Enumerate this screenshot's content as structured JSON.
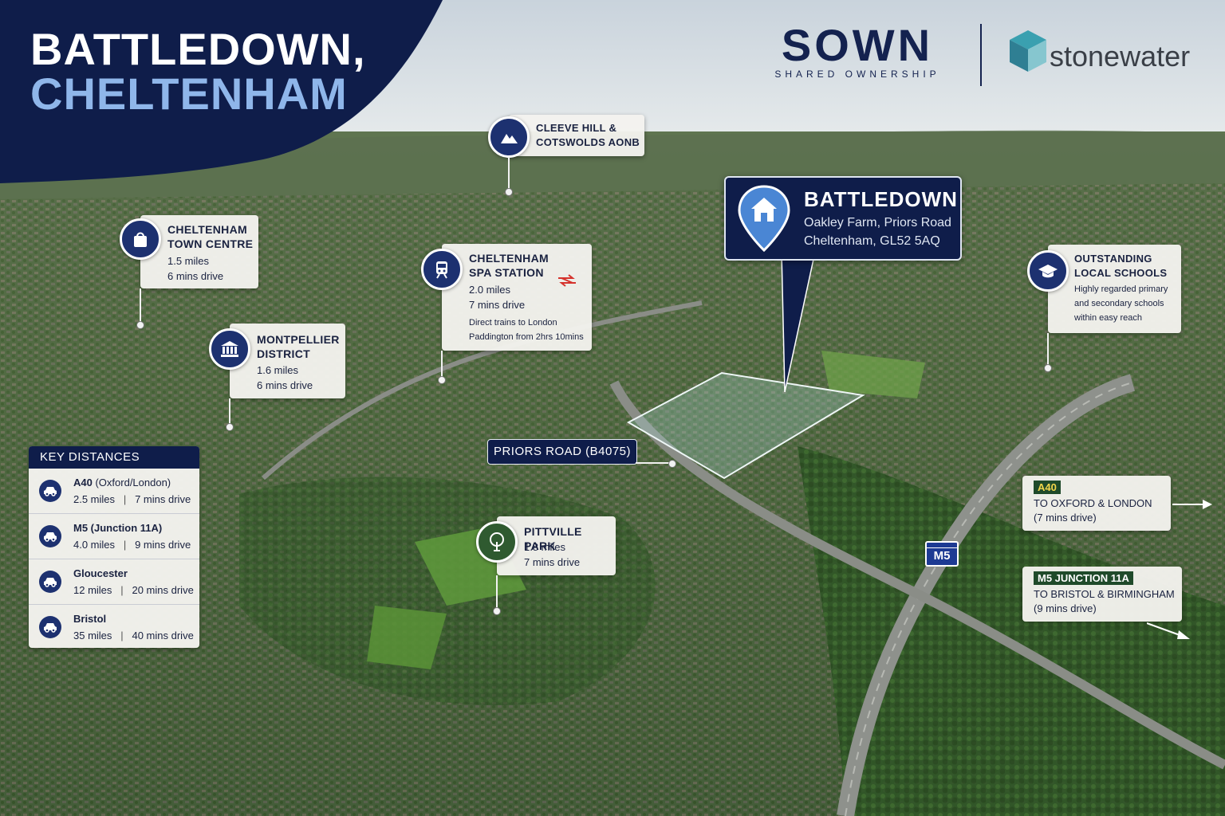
{
  "title": {
    "line1": "BATTLEDOWN,",
    "line2": "CHELTENHAM"
  },
  "logos": {
    "sown": "SOWN",
    "sown_sub": "SHARED OWNERSHIP",
    "stonewater": "stonewater"
  },
  "colors": {
    "navy": "#0f1d4a",
    "accent_blue": "#8fb6ea",
    "road_green": "#1f4a2a",
    "pin_blue": "#4a86d4"
  },
  "development": {
    "name": "BATTLEDOWN",
    "address_line1": "Oakley Farm, Priors Road",
    "address_line2": "Cheltenham, GL52 5AQ",
    "icon": "house-icon"
  },
  "places": {
    "cleeve": {
      "title1": "CLEEVE HILL &",
      "title2": "COTSWOLDS AONB",
      "icon": "mountain-icon"
    },
    "town_centre": {
      "title1": "CHELTENHAM",
      "title2": "TOWN CENTRE",
      "distance": "1.5 miles",
      "time": "6 mins drive",
      "icon": "shopping-bag-icon"
    },
    "station": {
      "title1": "CHELTENHAM",
      "title2": "SPA STATION",
      "distance": "2.0 miles",
      "time": "7 mins drive",
      "note1": "Direct trains to London",
      "note2": "Paddington from 2hrs 10mins",
      "icon": "train-icon"
    },
    "montpellier": {
      "title1": "MONTPELLIER",
      "title2": "DISTRICT",
      "distance": "1.6 miles",
      "time": "6 mins drive",
      "icon": "landmark-icon"
    },
    "schools": {
      "title1": "OUTSTANDING",
      "title2": "LOCAL SCHOOLS",
      "note1": "Highly regarded primary",
      "note2": "and secondary schools",
      "note3": "within easy reach",
      "icon": "graduation-cap-icon"
    },
    "pittville": {
      "title": "PITTVILLE PARK",
      "distance": "1.8 miles",
      "time": "7 mins drive",
      "icon": "tree-icon"
    }
  },
  "road_label": "PRIORS ROAD (B4075)",
  "m5_shield": "M5",
  "key_distances": {
    "heading": "KEY DISTANCES",
    "items": [
      {
        "name": "A40",
        "name_detail": " (Oxford/London)",
        "miles": "2.5 miles",
        "time": "7 mins drive",
        "icon": "car-icon"
      },
      {
        "name": "M5 (Junction 11A)",
        "name_detail": "",
        "miles": "4.0 miles",
        "time": "9 mins drive",
        "icon": "car-icon"
      },
      {
        "name": "Gloucester",
        "name_detail": "",
        "miles": "12 miles",
        "time": "20 mins drive",
        "icon": "car-icon"
      },
      {
        "name": "Bristol",
        "name_detail": "",
        "miles": "35 miles",
        "time": "40 mins drive",
        "icon": "car-icon"
      }
    ]
  },
  "directions": {
    "a40": {
      "badge": "A40",
      "line1": "TO OXFORD & LONDON",
      "line2": "(7 mins drive)"
    },
    "m5": {
      "badge": "M5 JUNCTION 11A",
      "line1": "TO BRISTOL & BIRMINGHAM",
      "line2": "(9 mins drive)"
    }
  }
}
